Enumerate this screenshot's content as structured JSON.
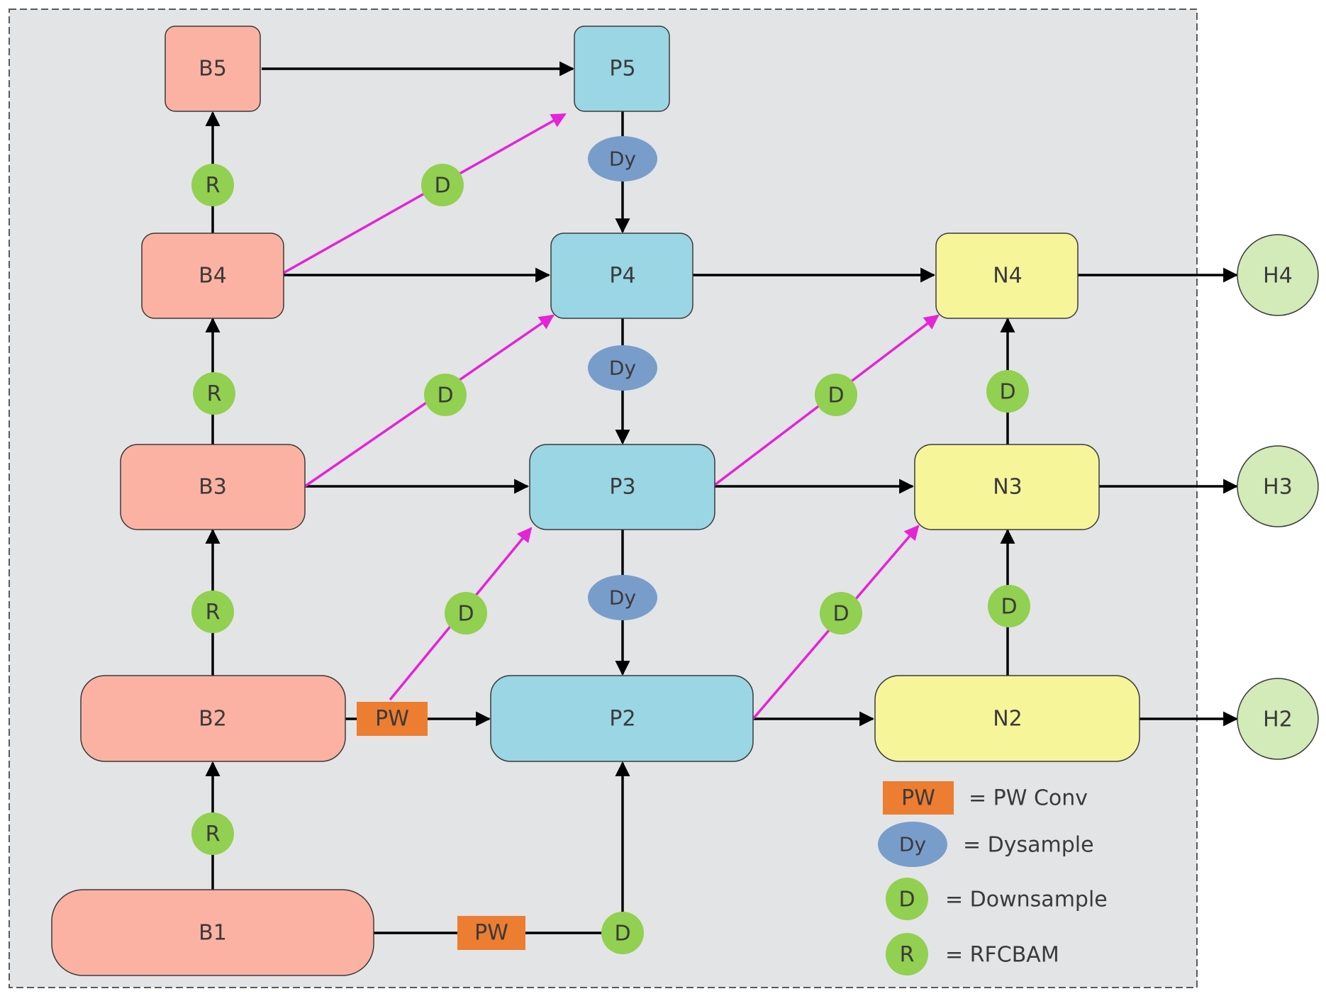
{
  "colors": {
    "panel_bg": "#e3e4e6",
    "panel_border": "#5a5a5a",
    "backbone": "#fcb2a3",
    "pyramid": "#9ad6e4",
    "neck": "#f7f59a",
    "head": "#d3eab9",
    "pw": "#ed7d31",
    "dy": "#789dcb",
    "circle": "#91d050",
    "arrow": "#000000",
    "magenta": "#e424d6",
    "text": "#3a3a3a"
  },
  "nodes": {
    "b1": "B1",
    "b2": "B2",
    "b3": "B3",
    "b4": "B4",
    "b5": "B5",
    "p2": "P2",
    "p3": "P3",
    "p4": "P4",
    "p5": "P5",
    "n2": "N2",
    "n3": "N3",
    "n4": "N4",
    "h2": "H2",
    "h3": "H3",
    "h4": "H4"
  },
  "ops": {
    "pw": "PW",
    "dy": "Dy",
    "d": "D",
    "r": "R"
  },
  "legend": {
    "pw": "= PW Conv",
    "dy": "= Dysample",
    "d": "= Downsample",
    "r": "= RFCBAM"
  }
}
